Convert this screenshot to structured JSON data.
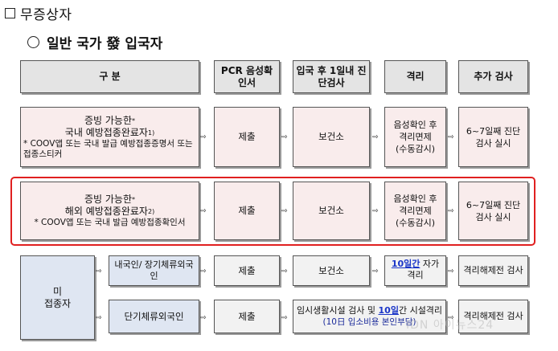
{
  "section_title": "무증상자",
  "subtitle": "일반 국가 發 입국자",
  "headers": {
    "category": "구 분",
    "pcr": "PCR 음성확인서",
    "test_after_entry": "입국 후 1일내 진단검사",
    "quarantine": "격리",
    "additional_test": "추가 검사"
  },
  "rows": {
    "domestic": {
      "line1": "증빙 가능한",
      "star": "*",
      "line2": "국내 예방접종완료자",
      "sup": "1)",
      "note": "* COOV앱 또는 국내 발급 예방접종증명서 또는접종스티커",
      "pcr": "제출",
      "test": "보건소",
      "quarantine_l1": "음성확인 후",
      "quarantine_l2": "격리면제",
      "quarantine_l3": "(수동감시)",
      "additional": "6~7일째 진단 검사 실시"
    },
    "overseas": {
      "line1": "증빙 가능한",
      "star": "*",
      "line2": "해외 예방접종완료자",
      "sup": "2)",
      "note": "* COOV앱 또는 국내 발급 예방접종확인서",
      "pcr": "제출",
      "test": "보건소",
      "quarantine_l1": "음성확인 후",
      "quarantine_l2": "격리면제",
      "quarantine_l3": "(수동감시)",
      "additional": "6~7일째 진단 검사 실시"
    },
    "unvaccinated": {
      "label_l1": "미",
      "label_l2": "접종자",
      "sub1": {
        "label": "내국인/ 장기체류외국인",
        "pcr": "제출",
        "test": "보건소",
        "q_highlight": "10일간",
        "q_rest": " 자가격리",
        "additional": "격리해제전 검사"
      },
      "sub2": {
        "label": "단기체류외국인",
        "pcr": "제출",
        "test_l1a": "임시생활시설 검사 및 ",
        "test_l1hl": "10일",
        "test_l1b": "간 시설격리",
        "test_l2": "(10日 입소비용 본인부담)",
        "additional": "격리해제전 검사"
      }
    }
  },
  "arrow_glyph": "⇨"
}
